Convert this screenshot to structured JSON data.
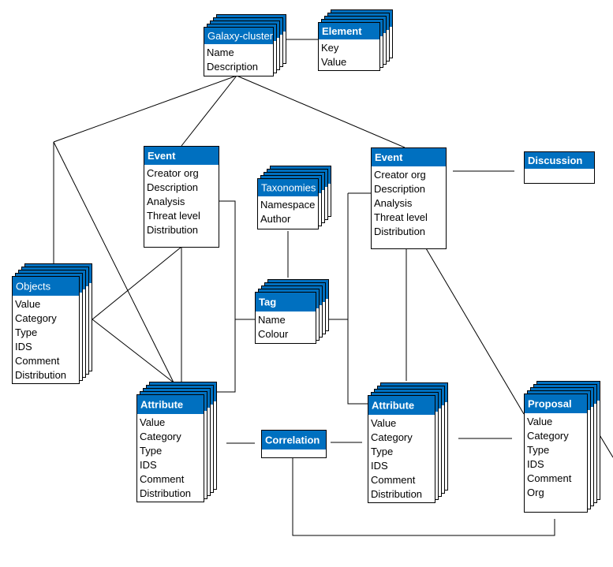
{
  "entities": {
    "galaxy_cluster": {
      "title": "Galaxy-cluster",
      "bold": false,
      "stacked": true,
      "fields": [
        "Name",
        "Description"
      ]
    },
    "element": {
      "title": "Element",
      "bold": true,
      "stacked": true,
      "fields": [
        "Key",
        "Value"
      ]
    },
    "event_left": {
      "title": "Event",
      "bold": true,
      "stacked": false,
      "fields": [
        "Creator org",
        "Description",
        "Analysis",
        "Threat level",
        "Distribution"
      ]
    },
    "event_right": {
      "title": "Event",
      "bold": true,
      "stacked": false,
      "fields": [
        "Creator org",
        "Description",
        "Analysis",
        "Threat level",
        "Distribution"
      ]
    },
    "discussion": {
      "title": "Discussion",
      "bold": true,
      "stacked": false,
      "fields": []
    },
    "taxonomies": {
      "title": "Taxonomies",
      "bold": false,
      "stacked": true,
      "fields": [
        "Namespace",
        "Author"
      ]
    },
    "tag": {
      "title": "Tag",
      "bold": true,
      "stacked": true,
      "fields": [
        "Name",
        "Colour"
      ]
    },
    "objects": {
      "title": "Objects",
      "bold": false,
      "stacked": true,
      "fields": [
        "Value",
        "Category",
        "Type",
        "IDS",
        "Comment",
        "Distribution"
      ]
    },
    "attribute_left": {
      "title": "Attribute",
      "bold": true,
      "stacked": true,
      "fields": [
        "Value",
        "Category",
        "Type",
        "IDS",
        "Comment",
        "Distribution"
      ]
    },
    "correlation": {
      "title": "Correlation",
      "bold": true,
      "stacked": false,
      "fields": []
    },
    "attribute_mid": {
      "title": "Attribute",
      "bold": true,
      "stacked": true,
      "fields": [
        "Value",
        "Category",
        "Type",
        "IDS",
        "Comment",
        "Distribution"
      ]
    },
    "proposal": {
      "title": "Proposal",
      "bold": true,
      "stacked": true,
      "fields": [
        "Value",
        "Category",
        "Type",
        "IDS",
        "Comment",
        "Org"
      ]
    }
  },
  "colors": {
    "header": "#0070C0",
    "header_text": "#ffffff",
    "line": "#000000",
    "box": "#ffffff"
  }
}
